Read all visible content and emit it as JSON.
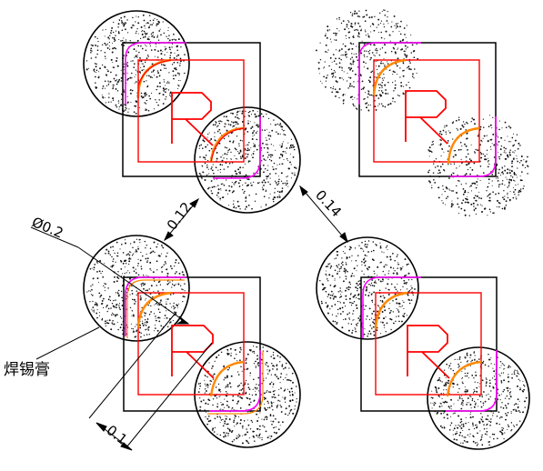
{
  "colors": {
    "frame": "#000000",
    "pad": "#ff0000",
    "outline": "#ff00ff",
    "fillet": "#ff8800",
    "dots": "#111111"
  },
  "annotations": {
    "dim_gap_012": "0.12",
    "dim_gap_014": "0.14",
    "dim_diameter": "Ø0.2",
    "dim_offset_01": "0.1",
    "label_solder_paste": "焊锡膏"
  }
}
